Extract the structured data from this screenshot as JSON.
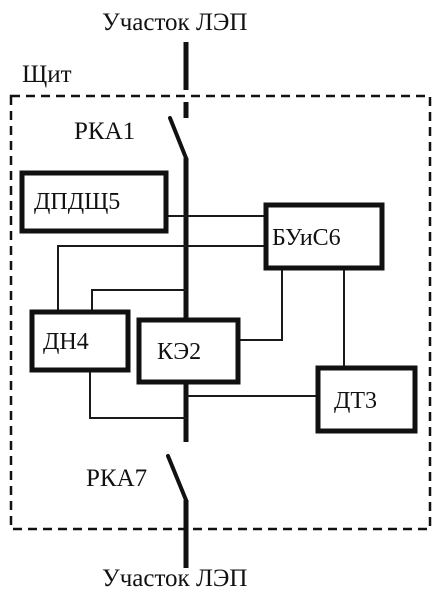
{
  "diagram": {
    "line_top_label": "Участок ЛЭП",
    "line_bottom_label": "Участок ЛЭП",
    "panel_label": "Щит",
    "switch_top_label": "РКА1",
    "switch_bottom_label": "РКА7",
    "blocks": {
      "dpdsh": "ДПДЩ5",
      "buis": "БУиС6",
      "dn": "ДН4",
      "ke": "КЭ2",
      "dt": "ДТ3"
    },
    "colors": {
      "ink": "#111111",
      "background": "#ffffff"
    }
  }
}
